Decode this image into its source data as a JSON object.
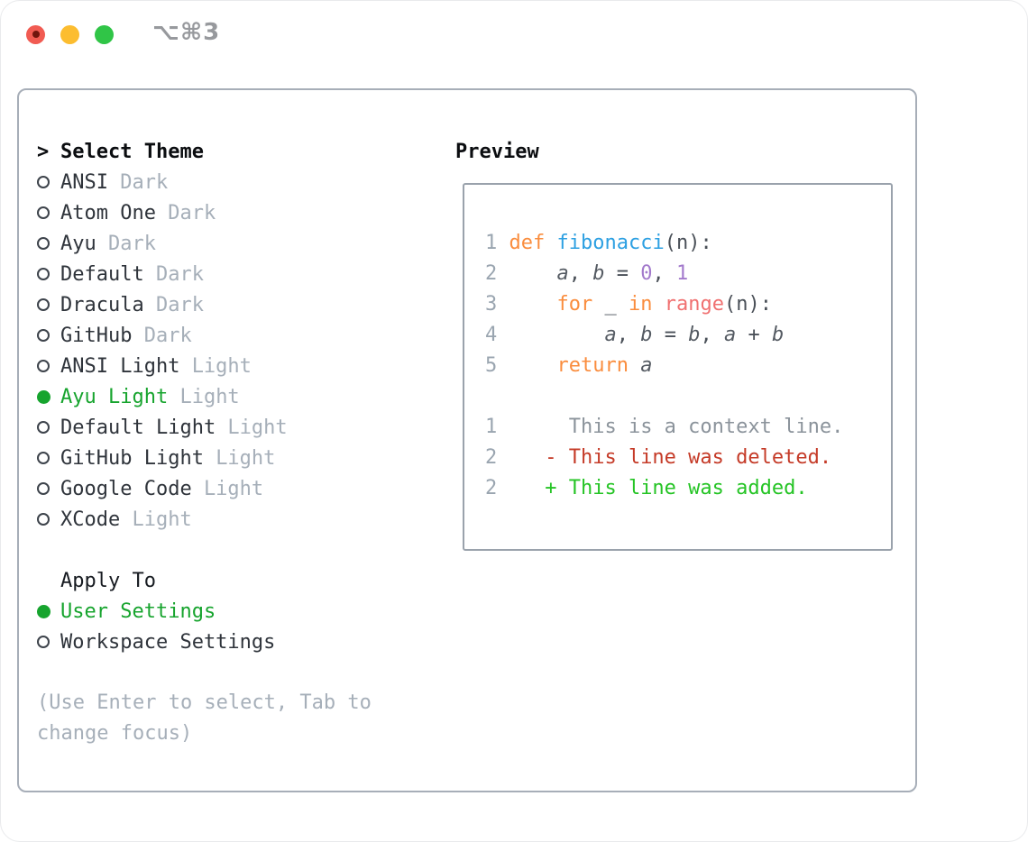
{
  "window": {
    "shortcut": "⌥⌘3",
    "traffic_lights": [
      "close",
      "minimize",
      "zoom"
    ]
  },
  "theme_panel": {
    "prompt": ">",
    "title": "Select Theme",
    "items": [
      {
        "name": "ANSI",
        "variant": "Dark",
        "selected": false
      },
      {
        "name": "Atom One",
        "variant": "Dark",
        "selected": false
      },
      {
        "name": "Ayu",
        "variant": "Dark",
        "selected": false
      },
      {
        "name": "Default",
        "variant": "Dark",
        "selected": false
      },
      {
        "name": "Dracula",
        "variant": "Dark",
        "selected": false
      },
      {
        "name": "GitHub",
        "variant": "Dark",
        "selected": false
      },
      {
        "name": "ANSI Light",
        "variant": "Light",
        "selected": false
      },
      {
        "name": "Ayu Light",
        "variant": "Light",
        "selected": true
      },
      {
        "name": "Default Light",
        "variant": "Light",
        "selected": false
      },
      {
        "name": "GitHub Light",
        "variant": "Light",
        "selected": false
      },
      {
        "name": "Google Code",
        "variant": "Light",
        "selected": false
      },
      {
        "name": "XCode",
        "variant": "Light",
        "selected": false
      }
    ]
  },
  "apply_to": {
    "title": "Apply To",
    "options": [
      {
        "label": "User Settings",
        "selected": true
      },
      {
        "label": "Workspace Settings",
        "selected": false
      }
    ]
  },
  "hint": "(Use Enter to select, Tab to change focus)",
  "preview": {
    "title": "Preview",
    "code_lines": [
      {
        "num": "1",
        "tokens": [
          {
            "t": "def",
            "c": "kw"
          },
          {
            "t": " ",
            "c": "pl"
          },
          {
            "t": "fibonacci",
            "c": "fn"
          },
          {
            "t": "(n):",
            "c": "pl"
          }
        ]
      },
      {
        "num": "2",
        "tokens": [
          {
            "t": "    ",
            "c": "pl"
          },
          {
            "t": "a",
            "c": "var"
          },
          {
            "t": ", ",
            "c": "pl"
          },
          {
            "t": "b",
            "c": "var"
          },
          {
            "t": " = ",
            "c": "pl"
          },
          {
            "t": "0",
            "c": "num"
          },
          {
            "t": ", ",
            "c": "pl"
          },
          {
            "t": "1",
            "c": "num"
          }
        ]
      },
      {
        "num": "3",
        "tokens": [
          {
            "t": "    ",
            "c": "pl"
          },
          {
            "t": "for",
            "c": "kw"
          },
          {
            "t": " _ ",
            "c": "pl"
          },
          {
            "t": "in",
            "c": "kw"
          },
          {
            "t": " ",
            "c": "pl"
          },
          {
            "t": "range",
            "c": "call"
          },
          {
            "t": "(n):",
            "c": "pl"
          }
        ]
      },
      {
        "num": "4",
        "tokens": [
          {
            "t": "        ",
            "c": "pl"
          },
          {
            "t": "a",
            "c": "var"
          },
          {
            "t": ", ",
            "c": "pl"
          },
          {
            "t": "b",
            "c": "var"
          },
          {
            "t": " = ",
            "c": "pl"
          },
          {
            "t": "b",
            "c": "var"
          },
          {
            "t": ", ",
            "c": "pl"
          },
          {
            "t": "a",
            "c": "var"
          },
          {
            "t": " + ",
            "c": "pl"
          },
          {
            "t": "b",
            "c": "var"
          }
        ]
      },
      {
        "num": "5",
        "tokens": [
          {
            "t": "    ",
            "c": "pl"
          },
          {
            "t": "return",
            "c": "kw"
          },
          {
            "t": " ",
            "c": "pl"
          },
          {
            "t": "a",
            "c": "var"
          }
        ]
      }
    ],
    "diff_lines": [
      {
        "num": "1",
        "prefix": "     ",
        "text": "This is a context line.",
        "kind": "context"
      },
      {
        "num": "2",
        "prefix": "   - ",
        "text": "This line was deleted.",
        "kind": "deleted"
      },
      {
        "num": "2",
        "prefix": "   + ",
        "text": "This line was added.",
        "kind": "added"
      }
    ]
  },
  "colors": {
    "traffic_red": "#f15b52",
    "traffic_red_dot": "#70150d",
    "traffic_yellow": "#fcbd30",
    "traffic_green": "#30c547",
    "shortcut_gray": "#97999d",
    "panel_border": "#a7aeb8",
    "preview_border": "#9aa2ac",
    "text_dark": "#2f343b",
    "text_black": "#0b0d10",
    "muted": "#a6afb9",
    "selected_green": "#17a42e",
    "lnum": "#9aa5b0",
    "context": "#8b939b",
    "kw": "#fa8d3e",
    "fn": "#2da0e2",
    "call": "#f07171",
    "num": "#a37acc",
    "variable": "#555b63",
    "diff_del": "#c53b28",
    "diff_add": "#25c425"
  }
}
